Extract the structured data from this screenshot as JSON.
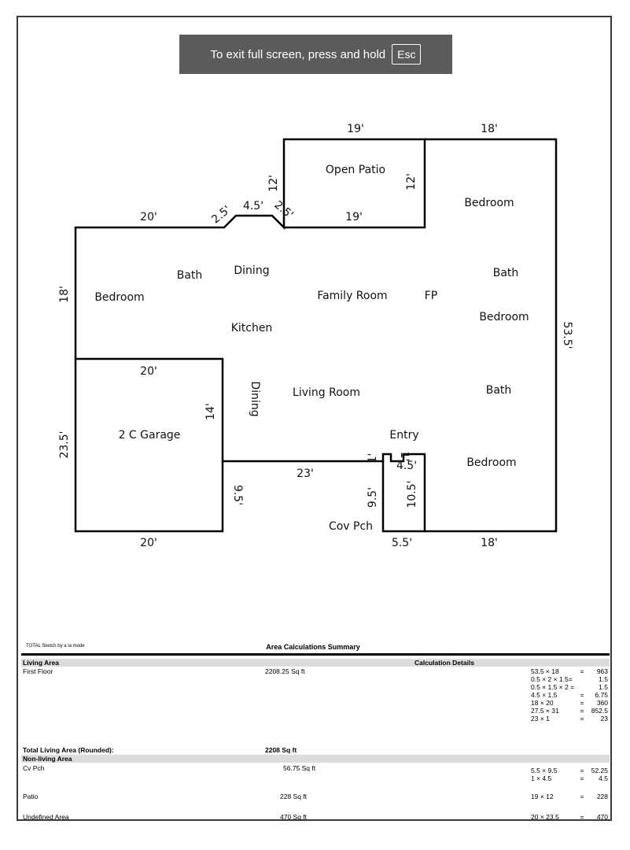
{
  "fullscreen_toast": {
    "message": "To exit full screen, press and hold",
    "key": "Esc"
  },
  "sketch": {
    "rooms": [
      "Open Patio",
      "Bedroom",
      "Bath",
      "Dining",
      "Bedroom",
      "Family Room",
      "FP",
      "Bath",
      "Bedroom",
      "Kitchen",
      "Dining",
      "Living Room",
      "Bath",
      "2 C Garage",
      "Entry",
      "Bedroom",
      "Cov Pch"
    ],
    "dimensions": [
      "19'",
      "18'",
      "12'",
      "12'",
      "19'",
      "20'",
      "2.5'",
      "4.5'",
      "2.5'",
      "18'",
      "53.5'",
      "20'",
      "14'",
      "23.5'",
      "23'",
      "1'",
      "1'",
      "4.5'",
      "9.5'",
      "9.5'",
      "10.5'",
      "20'",
      "5.5'",
      "18'"
    ]
  },
  "summary": {
    "brand": "TOTAL Sketch by a la mode",
    "title": "Area Calculations Summary",
    "living_header": "Living Area",
    "calc_header": "Calculation Details",
    "first_floor": {
      "label": "First Floor",
      "area": "2208.25 Sq ft"
    },
    "first_floor_calcs": [
      {
        "expr": "53.5 × 18",
        "eq": "=",
        "val": "963"
      },
      {
        "expr": "0.5 × 2 × 1.5=",
        "eq": "",
        "val": "1.5"
      },
      {
        "expr": "0.5 × 1.5 × 2 =",
        "eq": "",
        "val": "1.5"
      },
      {
        "expr": "4.5 × 1.5",
        "eq": "=",
        "val": "6.75"
      },
      {
        "expr": "18 × 20",
        "eq": "=",
        "val": "360"
      },
      {
        "expr": "27.5 × 31",
        "eq": "=",
        "val": "852.5"
      },
      {
        "expr": "23 × 1",
        "eq": "=",
        "val": "23"
      }
    ],
    "total_living_label": "Total Living Area (Rounded):",
    "total_living_value": "2208 Sq ft",
    "nonliving_header": "Non-living Area",
    "cv_pch": {
      "label": "Cv Pch",
      "area": "56.75 Sq ft"
    },
    "cv_pch_calcs": [
      {
        "expr": "5.5 × 9.5",
        "eq": "=",
        "val": "52.25"
      },
      {
        "expr": "1 × 4.5",
        "eq": "=",
        "val": "4.5"
      }
    ],
    "patio": {
      "label": "Patio",
      "area": "228 Sq ft",
      "expr": "19 × 12",
      "eq": "=",
      "val": "228"
    },
    "undefined_area": {
      "label": "Undefined Area",
      "area": "470 Sq ft",
      "expr": "20 × 23.5",
      "eq": "=",
      "val": "470"
    }
  }
}
